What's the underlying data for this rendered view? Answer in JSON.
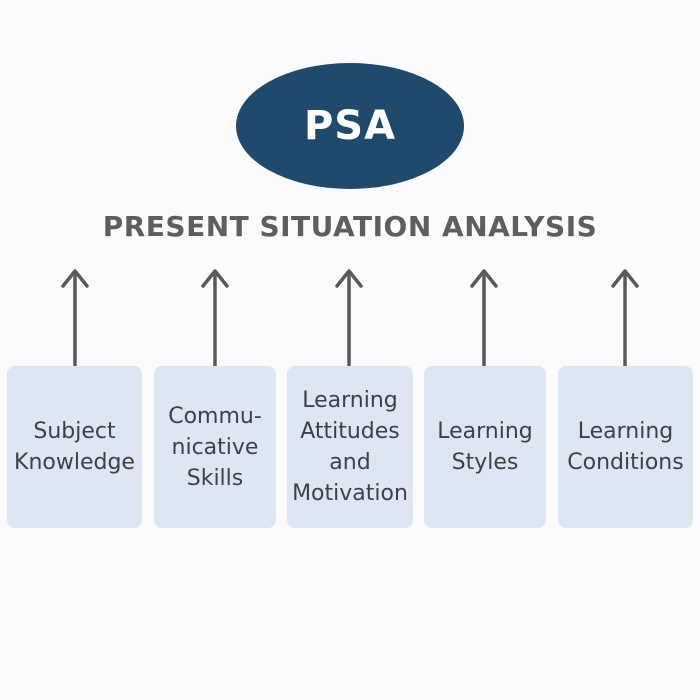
{
  "header": {
    "oval_label": "PSA",
    "subtitle": "PRESENT SITUATION ANALYSIS"
  },
  "components": [
    {
      "label": "Subject\nKnowledge"
    },
    {
      "label": "Commu-\nnicative\nSkills"
    },
    {
      "label": "Learning\nAttitudes\nand\nMotivation"
    },
    {
      "label": "Learning\nStyles"
    },
    {
      "label": "Learning\nConditions"
    }
  ],
  "colors": {
    "oval": "#1f4a6c",
    "box": "#dce7f3",
    "arrow": "#58595b",
    "text": "#3f4145"
  }
}
